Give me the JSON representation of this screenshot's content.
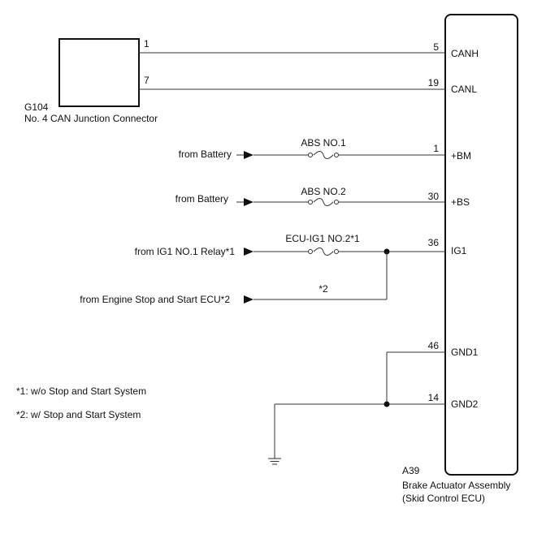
{
  "connector": {
    "code": "G104",
    "name": "No. 4 CAN Junction Connector",
    "pin_canh": "1",
    "pin_canl": "7"
  },
  "ecu": {
    "code": "A39",
    "name_line1": "Brake Actuator Assembly",
    "name_line2": "(Skid Control ECU)"
  },
  "pins": {
    "canh": {
      "num": "5",
      "name": "CANH"
    },
    "canl": {
      "num": "19",
      "name": "CANL"
    },
    "bm": {
      "num": "1",
      "name": "+BM"
    },
    "bs": {
      "num": "30",
      "name": "+BS"
    },
    "ig1": {
      "num": "36",
      "name": "IG1"
    },
    "gnd1": {
      "num": "46",
      "name": "GND1"
    },
    "gnd2": {
      "num": "14",
      "name": "GND2"
    }
  },
  "sources": {
    "battery1": "from Battery",
    "battery2": "from Battery",
    "ig1_relay": "from IG1 NO.1 Relay*1",
    "engine_ecu": "from Engine Stop and Start ECU*2"
  },
  "fuses": {
    "abs1": "ABS NO.1",
    "abs2": "ABS NO.2",
    "ecu_ig1": "ECU-IG1 NO.2*1"
  },
  "wire_notes": {
    "engine_ecu_wire": "*2"
  },
  "notes": {
    "note1": "*1: w/o Stop and Start System",
    "note2": "*2: w/ Stop and Start System"
  }
}
